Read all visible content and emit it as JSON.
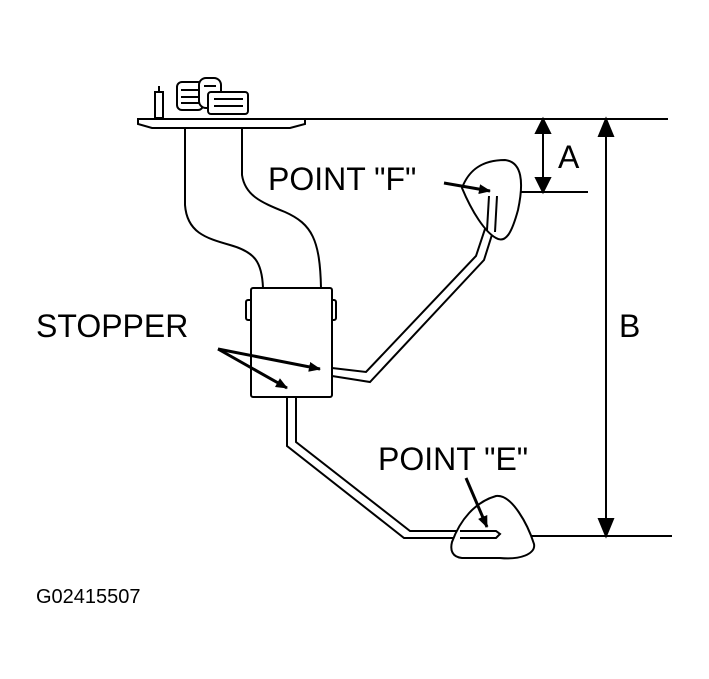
{
  "labels": {
    "point_f": "POINT \"F\"",
    "point_e": "POINT \"E\"",
    "stopper": "STOPPER",
    "dim_a": "A",
    "dim_b": "B",
    "figure_id": "G02415507"
  },
  "colors": {
    "ink": "#000000",
    "paper": "#ffffff"
  }
}
